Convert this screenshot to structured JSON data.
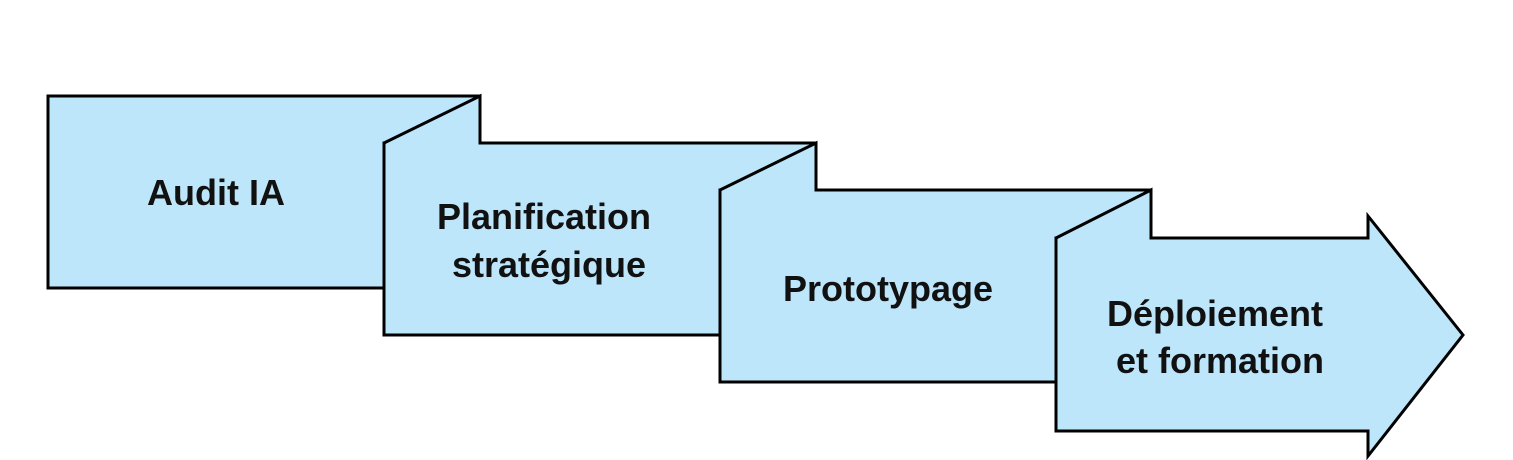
{
  "diagram": {
    "steps": [
      {
        "lines": [
          "Audit IA"
        ]
      },
      {
        "lines": [
          "Planification",
          "stratégique"
        ]
      },
      {
        "lines": [
          "Prototypage"
        ]
      },
      {
        "lines": [
          "Déploiement",
          "et formation"
        ]
      }
    ]
  },
  "colors": {
    "fill": "#bde6fb",
    "stroke": "#000000",
    "text": "#111111"
  }
}
